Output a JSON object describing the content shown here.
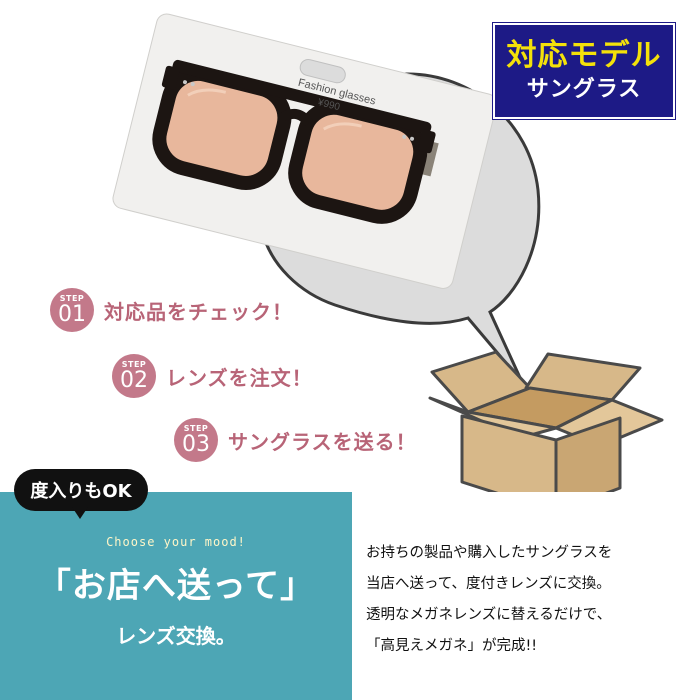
{
  "card": {
    "brand_text": "Fashion glasses",
    "price_text": "¥990",
    "tag_lines": [
      "",
      ""
    ]
  },
  "badge": {
    "line1": "対応モデル",
    "line2": "サングラス"
  },
  "steps": [
    {
      "label": "STEP",
      "number": "01",
      "text": "対応品をチェック！"
    },
    {
      "label": "STEP",
      "number": "02",
      "text": "レンズを注文！"
    },
    {
      "label": "STEP",
      "number": "03",
      "text": "サングラスを送る！"
    }
  ],
  "ok_bubble": "度入りもOK",
  "mood": "Choose your mood!",
  "headline": "「お店へ送って」",
  "subline": "レンズ交換。",
  "description": [
    "お持ちの製品や購入したサングラスを",
    "当店へ送って、度付きレンズに交換。",
    "透明なメガネレンズに替えるだけで、",
    "「高見えメガネ」が完成!!"
  ],
  "colors": {
    "accent_pink": "#c3798a",
    "teal": "#4da6b5",
    "badge_blue": "#1d1a86",
    "badge_yellow": "#f4e10a"
  }
}
